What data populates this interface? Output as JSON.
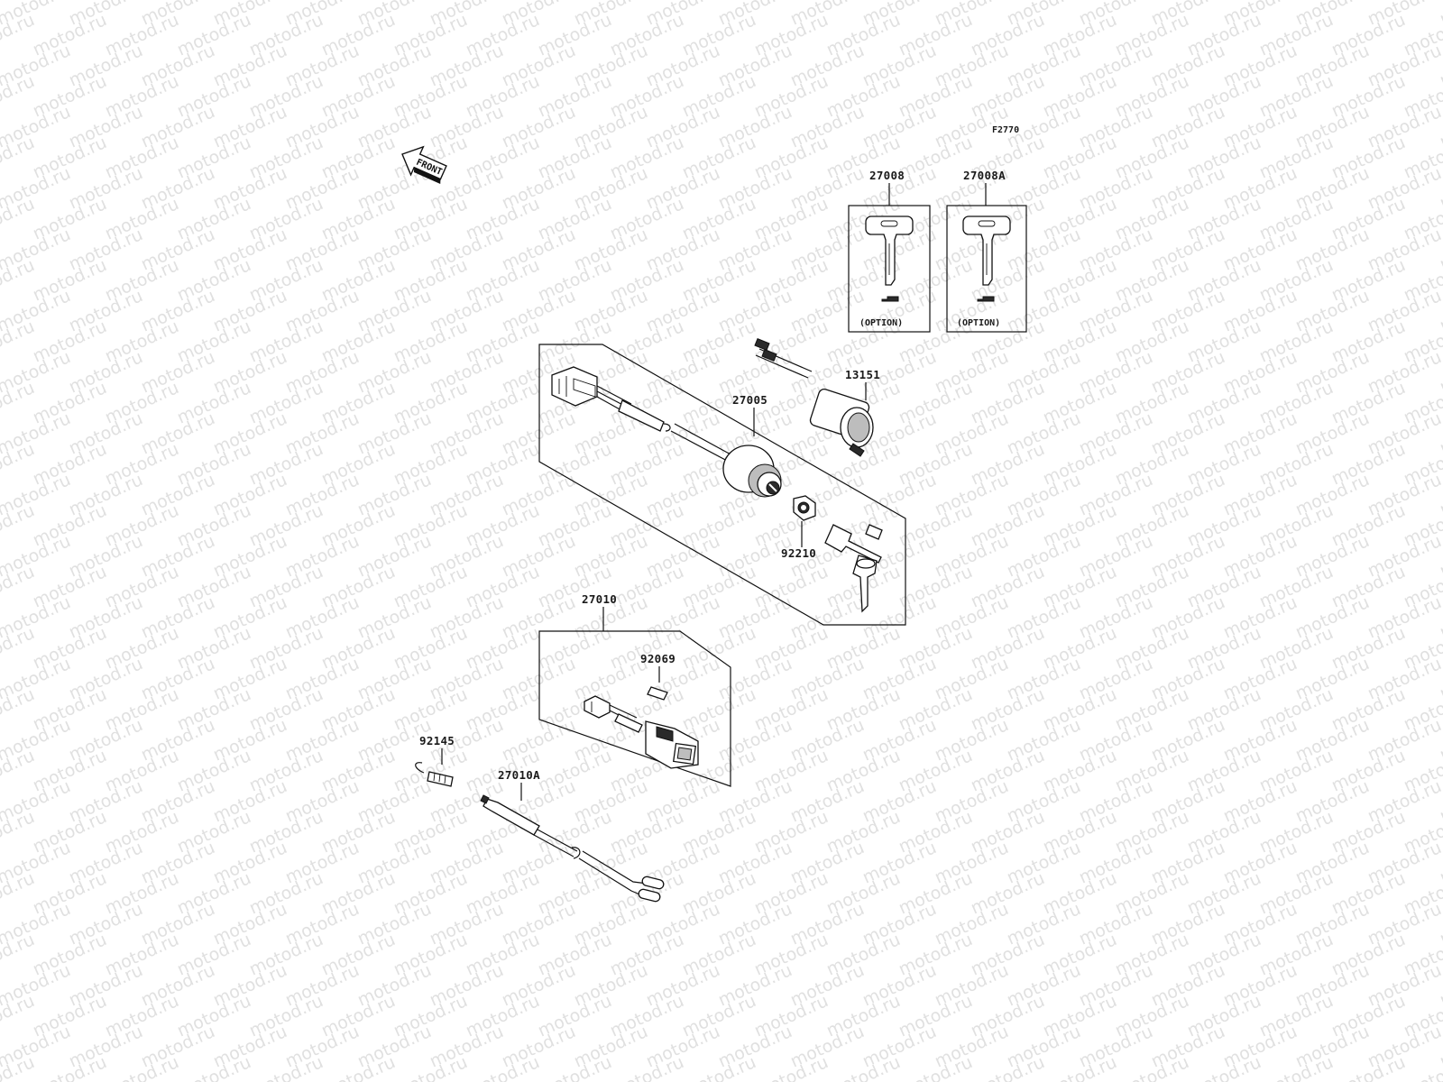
{
  "watermark": {
    "text": "motod.ru",
    "color": "#c8c8c8"
  },
  "figure_code": "F2770",
  "front_arrow": {
    "label": "FRONT"
  },
  "parts": {
    "p27008": "27008",
    "p27008A": "27008A",
    "p13151": "13151",
    "p27005": "27005",
    "p92210": "92210",
    "p27010": "27010",
    "p92069": "92069",
    "p92145": "92145",
    "p27010A": "27010A"
  },
  "option_boxes": [
    {
      "note": "(OPTION)"
    },
    {
      "note": "(OPTION)"
    }
  ]
}
